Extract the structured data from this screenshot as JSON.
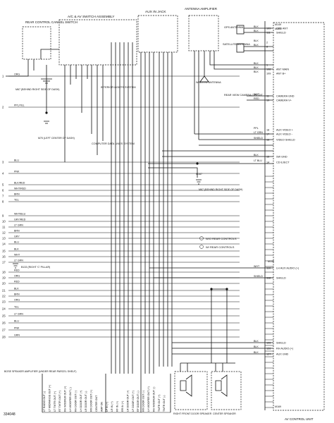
{
  "headers": {
    "rear_control_cancel_switch": "REAR CONTROL CANCEL SWITCH",
    "ac_av_switch_assembly": "A/C & AV SWITCH ASSEMBLY",
    "aux_in_jack": "AUX IN JACK",
    "antenna_amplifier": "ANTENNA AMPLIFIER",
    "av_control_unit": "AV CONTROL UNIT"
  },
  "components": {
    "interior_lights_system": "INTERIOR LIGHTS SYSTEM",
    "computer_data_lines_system": "COMPUTER DATA LINES SYSTEM",
    "window_antenna": "WINDOW ANTENNA",
    "gps_antenna": "GPS ANTENNA",
    "satellite_antenna": "SATELLITE ANTENNA",
    "rear_view_camera_circuit": "REAR VIEW CAMERA CIRCUIT",
    "right_front_door_speaker": "RIGHT FRONT DOOR SPEAKER",
    "center_speaker": "CENTER SPEAKER",
    "bose_amp": "BOSE SPEAKER AMPLIFIER (UNDER REAR PARCEL SHELF)"
  },
  "grounds": {
    "m67_behind_dash": "M67 (BEHIND RIGHT SIDE OF DASH)",
    "m70_left_center": "M70 (LEFT CENTER OF DASH)",
    "m67_right_side": "M67 (BEHIND RIGHT SIDE OF DASH)",
    "b133_right_pillar": "B133 (RIGHT 'C' PILLAR)"
  },
  "legend": {
    "note1": "W/O REAR CONTROLS",
    "note2": "W/ REAR CONTROLS"
  },
  "left_wires": [
    {
      "n": "1",
      "c": "ORG"
    },
    {
      "n": "2",
      "c": "PPL/YEL"
    },
    {
      "n": "3",
      "c": "BLU"
    },
    {
      "n": "4",
      "c": "PNK"
    },
    {
      "n": "5",
      "c": "BLK/RED"
    },
    {
      "n": "6",
      "c": "WHT/RED"
    },
    {
      "n": "7",
      "c": "BRN"
    },
    {
      "n": "8",
      "c": "YEL"
    },
    {
      "n": "9",
      "c": "WHT/BLU"
    },
    {
      "n": "10",
      "c": "GRY/RED"
    },
    {
      "n": "11",
      "c": "LT GRN"
    },
    {
      "n": "12",
      "c": "BRN"
    },
    {
      "n": "13",
      "c": "GRY"
    },
    {
      "n": "14",
      "c": "BLU"
    },
    {
      "n": "15",
      "c": "BLK"
    },
    {
      "n": "16",
      "c": "WHT"
    },
    {
      "n": "17",
      "c": "LT GRN"
    },
    {
      "n": "18",
      "c": "RED"
    },
    {
      "n": "19",
      "c": "ORG"
    },
    {
      "n": "20",
      "c": "RED"
    },
    {
      "n": "21",
      "c": "BLK"
    },
    {
      "n": "22",
      "c": "BRN"
    },
    {
      "n": "23",
      "c": "ORG"
    },
    {
      "n": "24",
      "c": "YEL"
    },
    {
      "n": "25",
      "c": "LT GRN"
    },
    {
      "n": "26",
      "c": "BLU"
    },
    {
      "n": "27",
      "c": "PNK"
    },
    {
      "n": "28",
      "c": "GRN"
    }
  ],
  "right_pins": [
    {
      "p": "109",
      "c": "BLK",
      "f": "GPS ANT"
    },
    {
      "p": "111",
      "c": "BLK",
      "f": "SHIELD"
    },
    {
      "p": "2",
      "c": "BLK",
      "f": ""
    },
    {
      "p": "8",
      "c": "BLK",
      "f": ""
    },
    {
      "p": "1",
      "c": "BLK",
      "f": ""
    },
    {
      "p": "108",
      "c": "BLK",
      "f": "ANT MAIN"
    },
    {
      "p": "109",
      "c": "BLK",
      "f": "ANT B+"
    },
    {
      "p": "11",
      "c": "WHT",
      "f": "CAMERA GND"
    },
    {
      "p": "10",
      "c": "RED",
      "f": "CAMERA V+"
    },
    {
      "p": "18",
      "c": "PPL",
      "f": "AUX VIDEO +"
    },
    {
      "p": "17",
      "c": "LT GRN",
      "f": "AUX VIDEO -"
    },
    {
      "p": "16",
      "c": "SHIELD",
      "f": "VIDEO SHIELD"
    },
    {
      "p": "15",
      "c": "BLK",
      "f": "SW GND"
    },
    {
      "p": "14",
      "c": "LT BLU",
      "f": "CD EJECT"
    },
    {
      "p": "110",
      "c": "WHT",
      "f": "LH AUX AUDIO (+)"
    },
    {
      "p": "118",
      "c": "SHIELD",
      "f": "SHIELD"
    },
    {
      "p": "126",
      "c": "BLK",
      "f": "SHIELD"
    },
    {
      "p": "126",
      "c": "BLK",
      "f": "RH AUDIO (+)"
    },
    {
      "p": "127",
      "c": "BLK",
      "f": "AUX GND"
    }
  ],
  "connector_ids": [
    "M149",
    "M150",
    "M167",
    "M139",
    "M169"
  ],
  "bottom_labels": [
    "LT RADIO OUT (-)",
    "LT MIDRANGE OUT (+)",
    "LT TWTR OUT (+)",
    "RT TWTR OUT (+)",
    "RH WOOFER OUT (+)",
    "LH WOOFER OUT (-)",
    "RH DOOR OUT (-)",
    "LH DOOR OUT (+)",
    "LR DOOR OUT (-)",
    "RR DOOR OUT (+)",
    "CENTER OUT",
    "AMP ON",
    "LF IN (+)",
    "LR IN (+)",
    "RF IN (+)",
    "RR IN (+)",
    "LR DOOR OUT (+)",
    "LF DOOR OUT (+)",
    "RF DOOR OUT (-)",
    "RR DOOR OUT (-)",
    "LH WOOFER OUT (+)",
    "RH WOOFER OUT (-)",
    "TWTR OUT (+)",
    "TWTR OUT (-)"
  ],
  "image_code": "334048"
}
